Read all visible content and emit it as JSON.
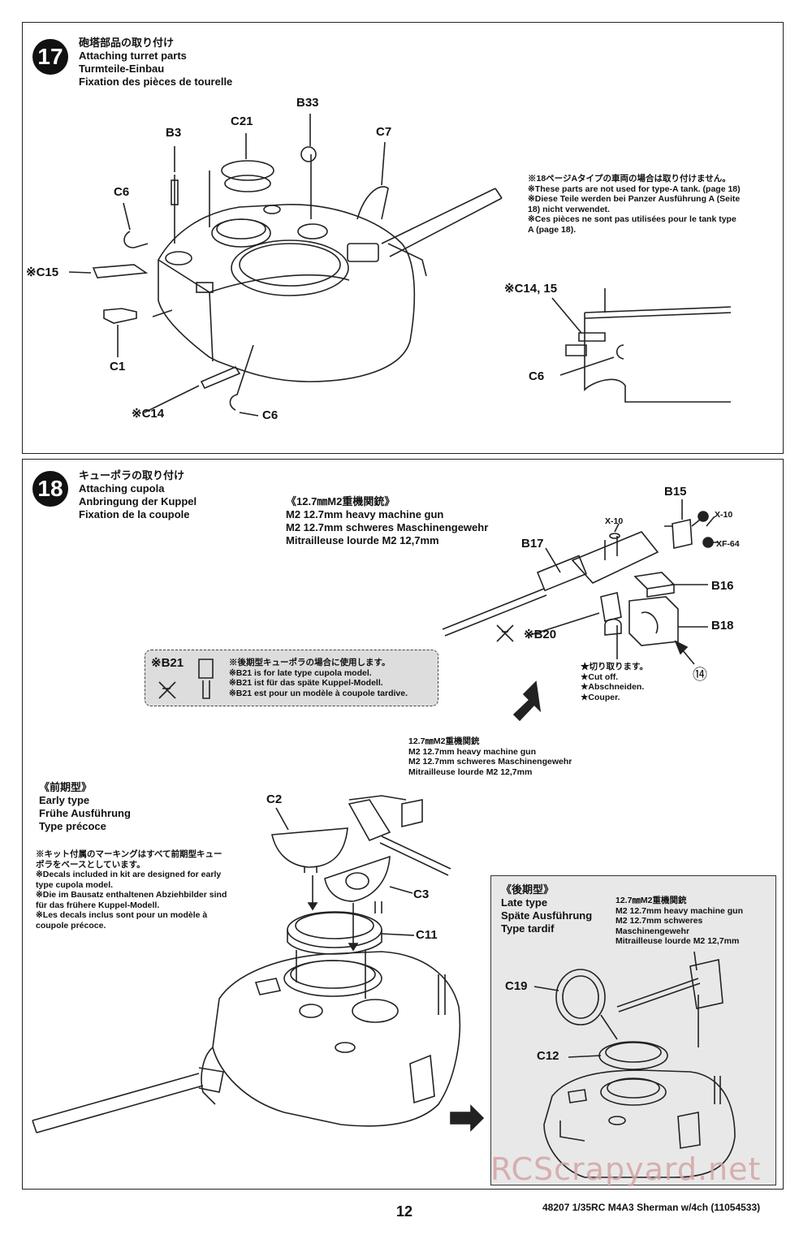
{
  "step17": {
    "number": "17",
    "title": [
      "砲塔部品の取り付け",
      "Attaching turret parts",
      "Turmteile-Einbau",
      "Fixation des pièces de tourelle"
    ],
    "labels": {
      "B3": "B3",
      "C21": "C21",
      "B33": "B33",
      "C7": "C7",
      "C6_top": "C6",
      "C15": "※C15",
      "C1": "C1",
      "C14": "※C14",
      "C6_bottom": "C6",
      "C14_15": "※C14, 15",
      "C6_detail": "C6"
    },
    "note": [
      "※18ページAタイプの車両の場合は取り付けません。",
      "※These parts are not used for type-A tank. (page 18)",
      "※Diese Teile werden bei Panzer Ausführung A (Seite",
      "18) nicht verwendet.",
      "※Ces pièces ne sont pas utilisées pour le tank type",
      "A (page 18)."
    ]
  },
  "step18": {
    "number": "18",
    "title": [
      "キューポラの取り付け",
      "Attaching cupola",
      "Anbringung der Kuppel",
      "Fixation de la coupole"
    ],
    "mg_heading": [
      "《12.7㎜M2重機関銃》",
      "M2 12.7mm heavy machine gun",
      "M2 12.7mm schweres Maschinengewehr",
      "Mitrailleuse lourde M2 12,7mm"
    ],
    "labels": {
      "B15": "B15",
      "X10_a": "X-10",
      "X10_b": "X-10",
      "XF64": "XF-64",
      "B17": "B17",
      "B16": "B16",
      "B18": "B18",
      "B20": "※B20",
      "ref14": "⑭",
      "C2": "C2",
      "C3": "C3",
      "C11": "C11",
      "C19": "C19",
      "C12": "C12"
    },
    "cutoff": [
      "★切り取ります。",
      "★Cut off.",
      "★Abschneiden.",
      "★Couper."
    ],
    "b21_box": {
      "label": "※B21",
      "lines": [
        "※後期型キューポラの場合に使用します。",
        "※B21 is for late type cupola model.",
        "※B21 ist für das späte Kuppel-Modell.",
        "※B21 est pour un modèle à coupole tardive."
      ]
    },
    "mg_small": [
      "12.7㎜M2重機関銃",
      "M2 12.7mm heavy machine gun",
      "M2 12.7mm schweres Maschinengewehr",
      "Mitrailleuse lourde M2 12,7mm"
    ],
    "early": {
      "heading": [
        "《前期型》",
        "Early type",
        "Frühe Ausführung",
        "Type précoce"
      ],
      "note": [
        "※キット付属のマーキングはすべて前期型キュー",
        "ポラをベースとしています。",
        "※Decals included in kit are designed for early",
        "type cupola model.",
        "※Die im Bausatz enthaltenen Abziehbilder sind",
        "für das frühere Kuppel-Modell.",
        "※Les decals inclus sont pour un modèle à",
        "coupole précoce."
      ]
    },
    "late": {
      "heading": [
        "《後期型》",
        "Late type",
        "Späte Ausführung",
        "Type tardif"
      ],
      "mg": [
        "12.7㎜M2重機関銃",
        "M2 12.7mm heavy machine gun",
        "M2 12.7mm schweres",
        "Maschinengewehr",
        "Mitrailleuse lourde M2 12,7mm"
      ]
    }
  },
  "footer": {
    "page_number": "12",
    "product": "48207  1/35RC M4A3 Sherman w/4ch (11054533)",
    "watermark": "RCScrapyard.net"
  }
}
